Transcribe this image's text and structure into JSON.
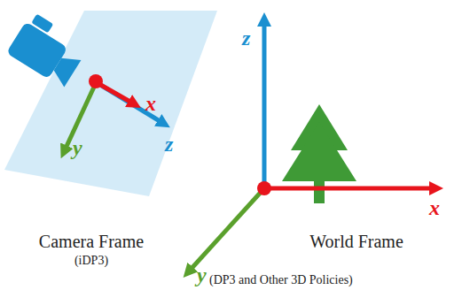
{
  "diagram": {
    "labels": [
      "x",
      "z",
      "y",
      "z",
      "x",
      "y",
      "Camera Frame",
      "(iDP3)",
      "World Frame",
      "(DP3 and Other 3D Policies)"
    ]
  }
}
